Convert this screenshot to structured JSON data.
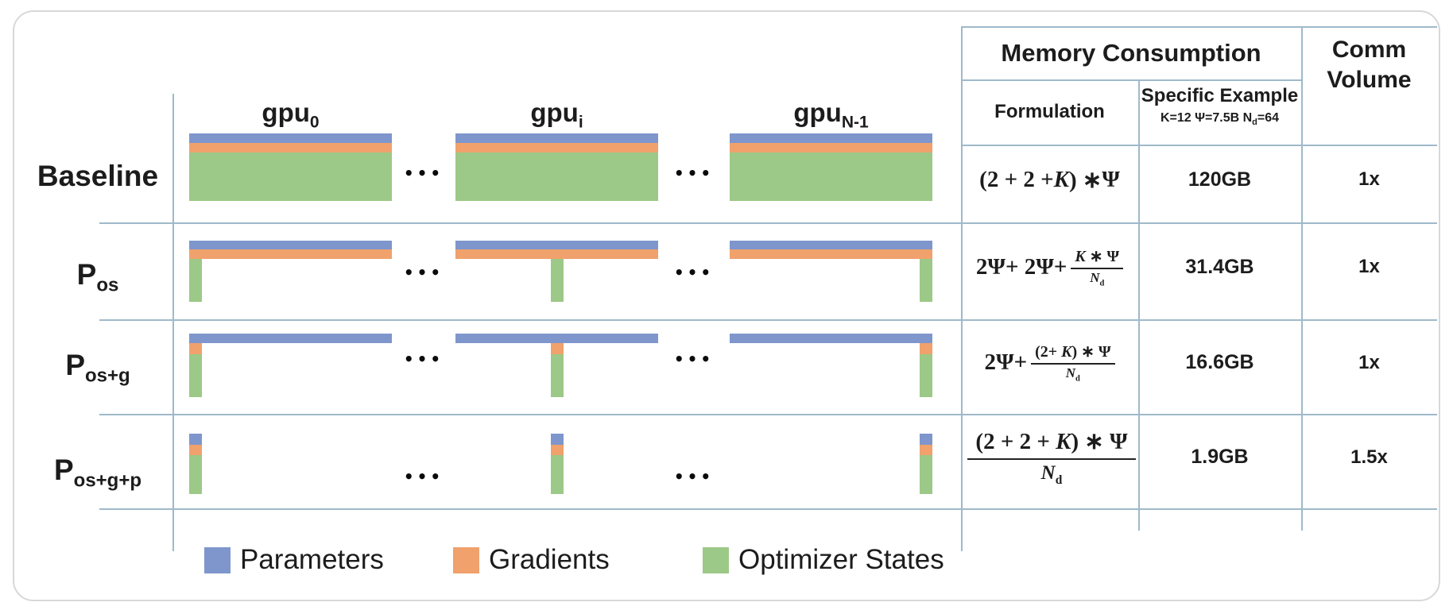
{
  "colors": {
    "parameters": "#7E96CC",
    "gradients": "#F0A16C",
    "optimizer_states": "#9CC987",
    "grid": "#9FB9CA"
  },
  "dots": "•••",
  "gpus": [
    {
      "label": "gpu",
      "sub": "0"
    },
    {
      "label": "gpu",
      "sub": "i"
    },
    {
      "label": "gpu",
      "sub": "N-1"
    }
  ],
  "rows": [
    {
      "label": "Baseline",
      "label_sub": "",
      "formula": {
        "pre": "(2 + 2 + K) ∗ Ψ"
      },
      "example": "120GB",
      "comm": "1x",
      "bars": [
        {
          "seg": "parameters",
          "span": "full"
        },
        {
          "seg": "gradients",
          "span": "full"
        },
        {
          "seg": "optimizer_states",
          "span": "full"
        }
      ]
    },
    {
      "label": "P",
      "label_sub": "os",
      "formula": {
        "pre": "2Ψ + 2Ψ + ",
        "frac": {
          "num": "K ∗ Ψ",
          "den": "N_d"
        }
      },
      "example": "31.4GB",
      "comm": "1x",
      "bars": [
        {
          "seg": "parameters",
          "span": "full"
        },
        {
          "seg": "gradients",
          "span": "full"
        },
        {
          "seg": "optimizer_states",
          "span": "narrow"
        }
      ]
    },
    {
      "label": "P",
      "label_sub": "os+g",
      "formula": {
        "pre": "2Ψ + ",
        "frac": {
          "num": "(2+ K) ∗ Ψ",
          "den": "N_d"
        }
      },
      "example": "16.6GB",
      "comm": "1x",
      "bars": [
        {
          "seg": "parameters",
          "span": "full"
        },
        {
          "seg": "gradients",
          "span": "narrow"
        },
        {
          "seg": "optimizer_states",
          "span": "narrow"
        }
      ]
    },
    {
      "label": "P",
      "label_sub": "os+g+p",
      "formula": {
        "frac": {
          "num": "(2 + 2 + K) ∗ Ψ",
          "den": "N_d"
        },
        "big": true
      },
      "example": "1.9GB",
      "comm": "1.5x",
      "bars": [
        {
          "seg": "parameters",
          "span": "narrow"
        },
        {
          "seg": "gradients",
          "span": "narrow"
        },
        {
          "seg": "optimizer_states",
          "span": "narrow"
        }
      ]
    }
  ],
  "table": {
    "memory_header": "Memory Consumption",
    "comm_header": [
      "Comm",
      "Volume"
    ],
    "formulation_header": "Formulation",
    "example_header": "Specific Example",
    "example_params": "K=12 Ψ=7.5B N_d=64"
  },
  "legend": {
    "items": [
      {
        "label": "Parameters",
        "color_key": "parameters"
      },
      {
        "label": "Gradients",
        "color_key": "gradients"
      },
      {
        "label": "Optimizer States",
        "color_key": "optimizer_states"
      }
    ]
  }
}
